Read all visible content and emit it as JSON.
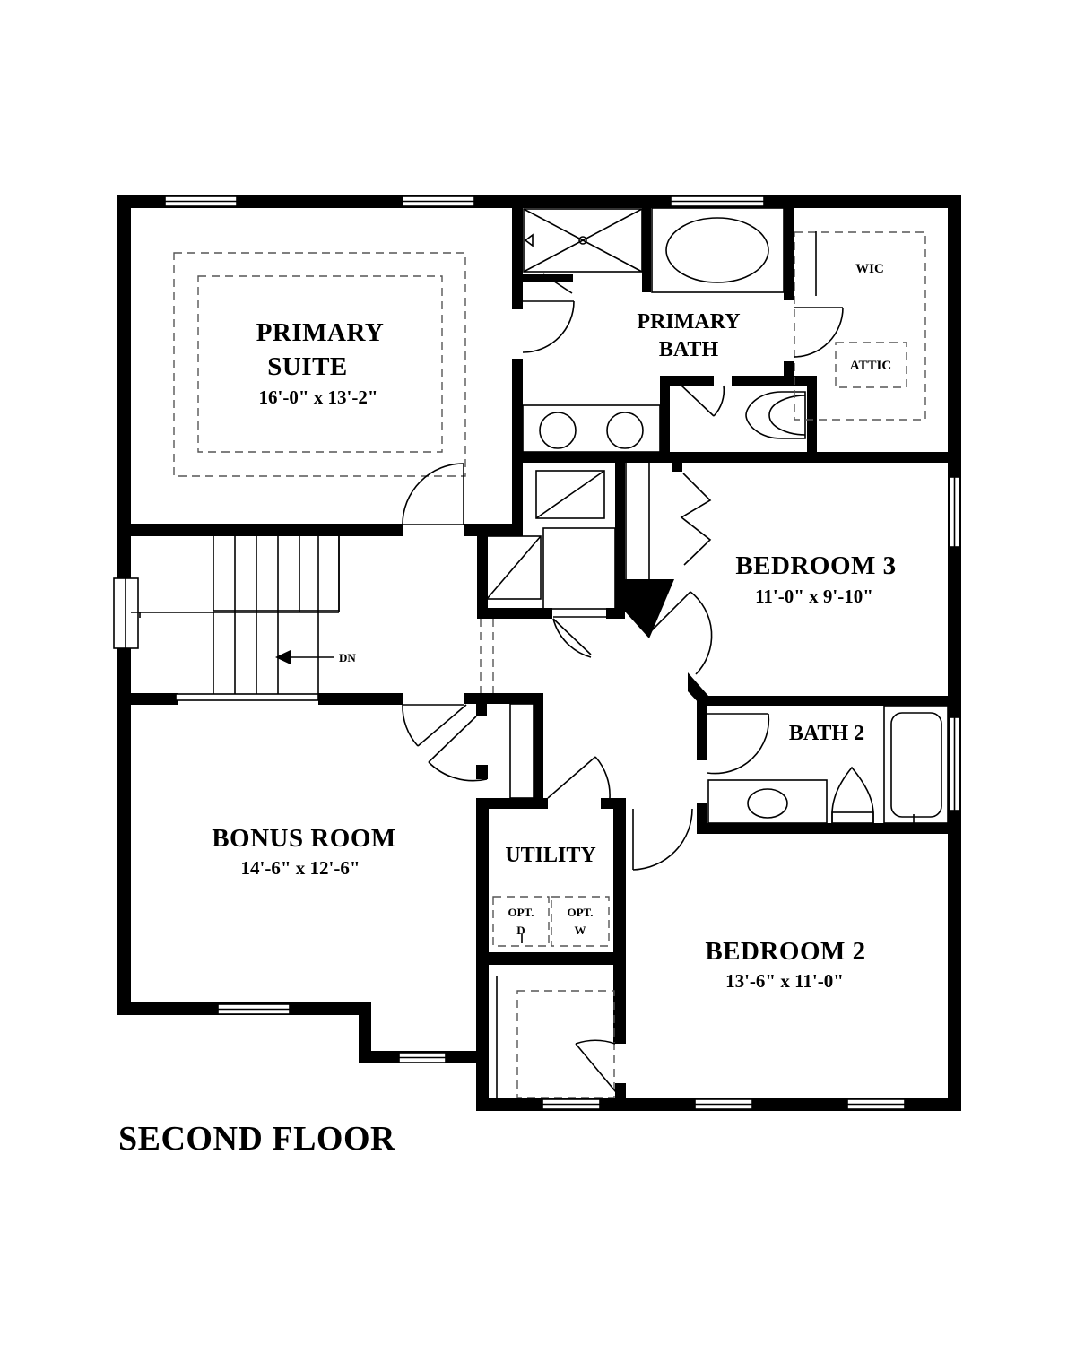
{
  "title": "SECOND FLOOR",
  "rooms": {
    "primary_suite": {
      "name_line1": "PRIMARY",
      "name_line2": "SUITE",
      "dims": "16'-0\" x 13'-2\""
    },
    "primary_bath": {
      "name_line1": "PRIMARY",
      "name_line2": "BATH"
    },
    "wic": "WIC",
    "attic": "ATTIC",
    "bedroom3": {
      "name": "BEDROOM 3",
      "dims": "11'-0\" x 9'-10\""
    },
    "bath2": "BATH 2",
    "bonus_room": {
      "name": "BONUS ROOM",
      "dims": "14'-6\" x 12'-6\""
    },
    "utility": "UTILITY",
    "opt_dryer": {
      "line1": "OPT.",
      "line2": "D"
    },
    "opt_washer": {
      "line1": "OPT.",
      "line2": "W"
    },
    "bedroom2": {
      "name": "BEDROOM 2",
      "dims": "13'-6\" x 11'-0\""
    }
  },
  "stairs": {
    "direction_label": "DN"
  }
}
